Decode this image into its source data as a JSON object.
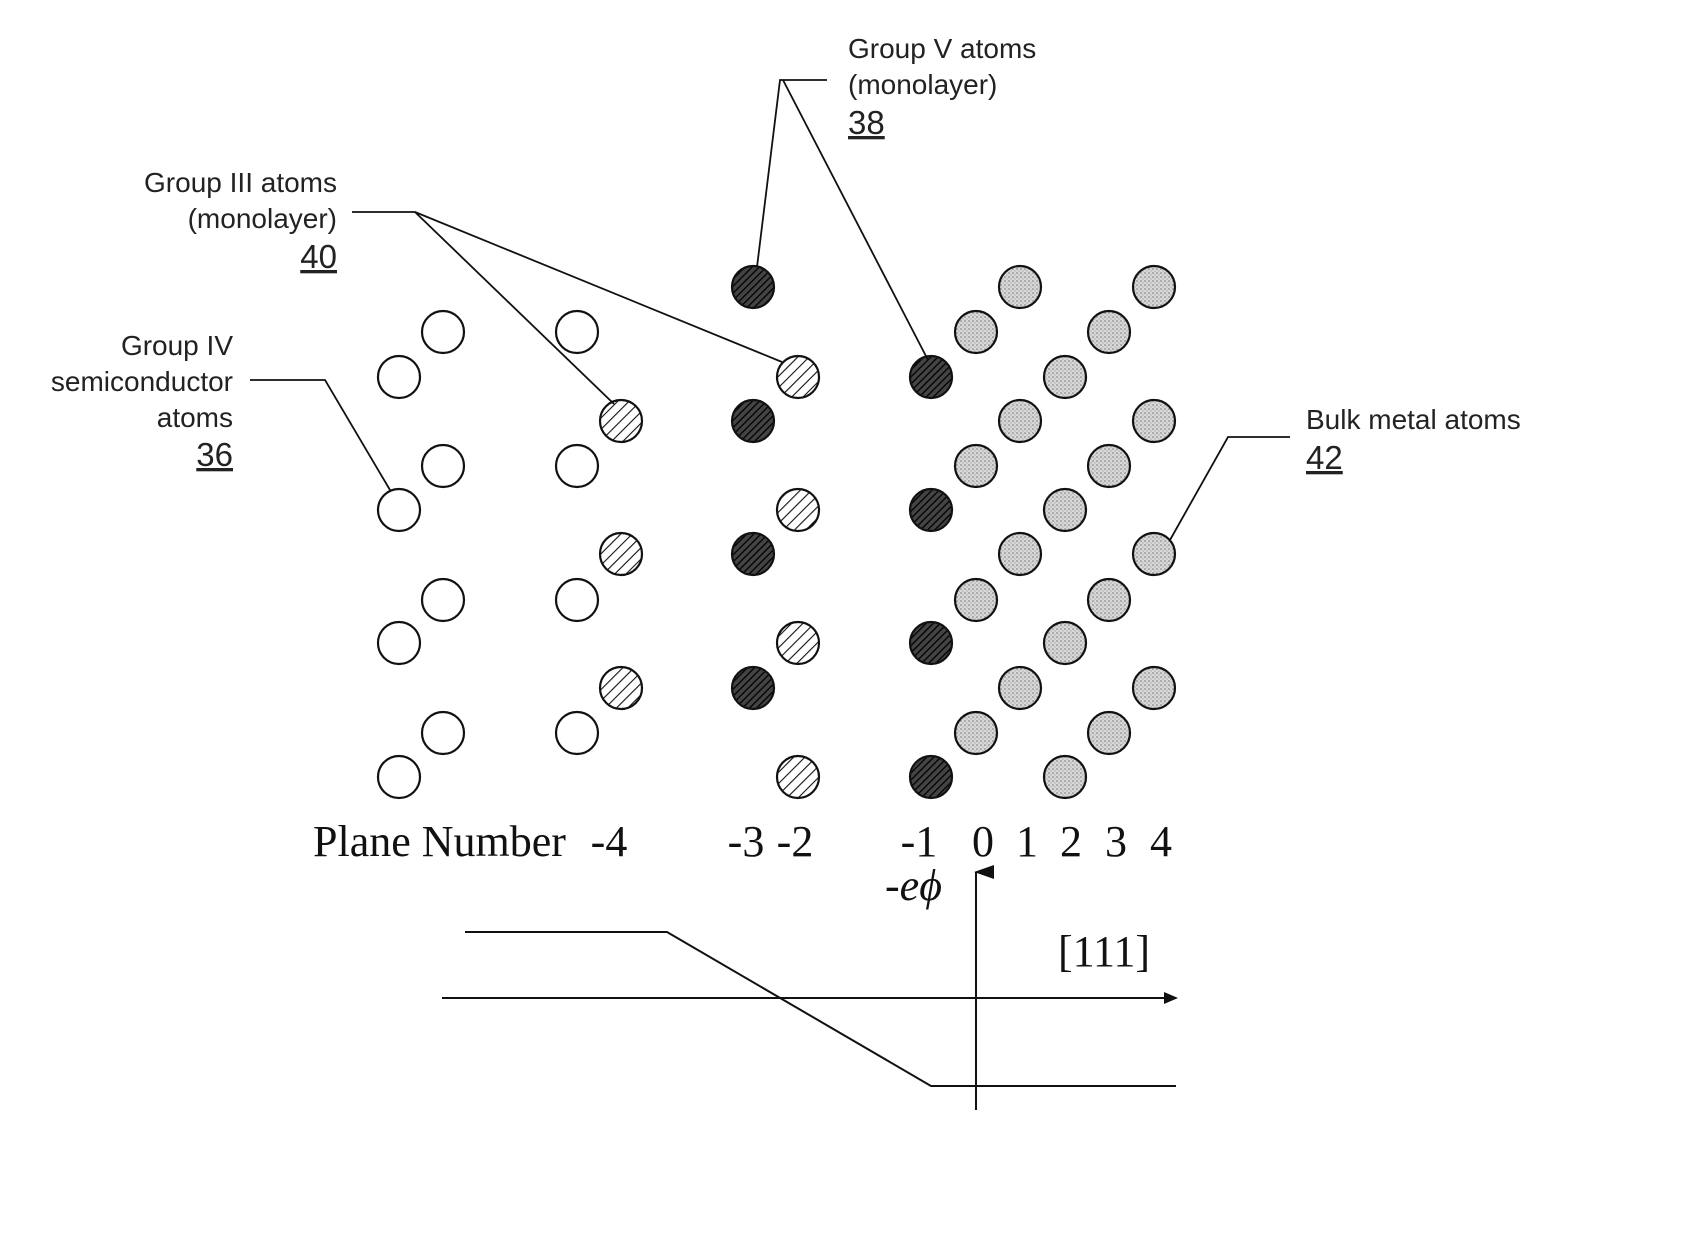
{
  "labels": {
    "group_v": {
      "line1": "Group V atoms",
      "line2": "(monolayer)",
      "ref": "38"
    },
    "group_iii": {
      "line1": "Group III atoms",
      "line2": "(monolayer)",
      "ref": "40"
    },
    "group_iv": {
      "line1": "Group IV",
      "line2": "semiconductor",
      "line3": "atoms",
      "ref": "36"
    },
    "bulk_metal": {
      "line1": "Bulk metal atoms",
      "ref": "42"
    }
  },
  "axis": {
    "plane_number_label": "Plane Number",
    "plane_numbers": [
      "-4",
      "-3",
      "-2",
      "-1",
      "0",
      "1",
      "2",
      "3",
      "4"
    ],
    "potential_label": "-eϕ",
    "direction_label": "[111]"
  },
  "atom_types": {
    "group_iv": {
      "fill": "#ffffff",
      "pattern": "none"
    },
    "group_iii": {
      "fill": "#ffffff",
      "pattern": "diagonal-hatch"
    },
    "group_v": {
      "fill": "#333333",
      "pattern": "dense-dark-hatch"
    },
    "bulk_metal": {
      "fill": "#d4d4d4",
      "pattern": "stipple"
    }
  }
}
